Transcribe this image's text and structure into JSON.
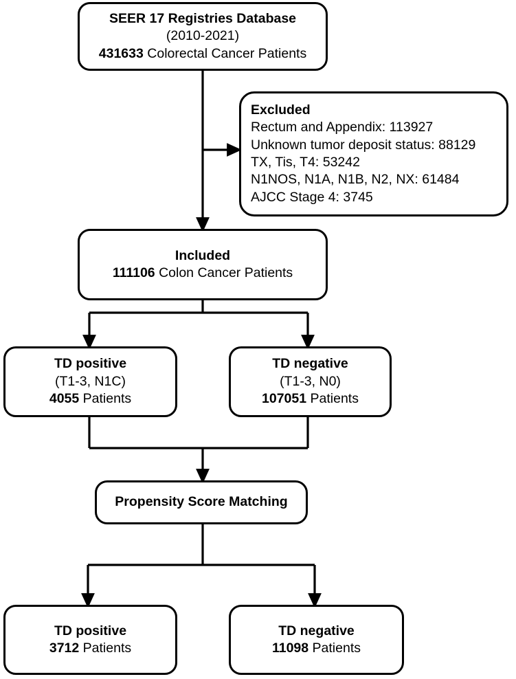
{
  "diagram": {
    "title": "Colorectal cancer cohort selection flowchart",
    "stroke_color": "#000000",
    "background_color": "#ffffff",
    "nodes": {
      "source": {
        "line1": "SEER 17 Registries Database",
        "line2": "(2010-2021)",
        "line3_count": "431633",
        "line3_rest": " Colorectal Cancer Patients"
      },
      "excluded": {
        "heading": "Excluded",
        "items": [
          "Rectum and Appendix: 113927",
          "Unknown tumor deposit status: 88129",
          "TX, Tis, T4: 53242",
          "N1NOS, N1A, N1B, N2, NX: 61484",
          "AJCC Stage 4: 3745"
        ]
      },
      "included": {
        "heading": "Included",
        "count": "111106",
        "rest": " Colon Cancer Patients"
      },
      "td_positive": {
        "title": "TD positive",
        "stage": "(T1-3, N1C)",
        "count": "4055",
        "unit": " Patients"
      },
      "td_negative": {
        "title": "TD negative",
        "stage": "(T1-3, N0)",
        "count": "107051",
        "unit": " Patients"
      },
      "psm": {
        "title": "Propensity Score Matching"
      },
      "td_positive_matched": {
        "title": "TD positive",
        "count": "3712",
        "unit": " Patients"
      },
      "td_negative_matched": {
        "title": "TD negative",
        "count": "11098",
        "unit": " Patients"
      }
    }
  }
}
